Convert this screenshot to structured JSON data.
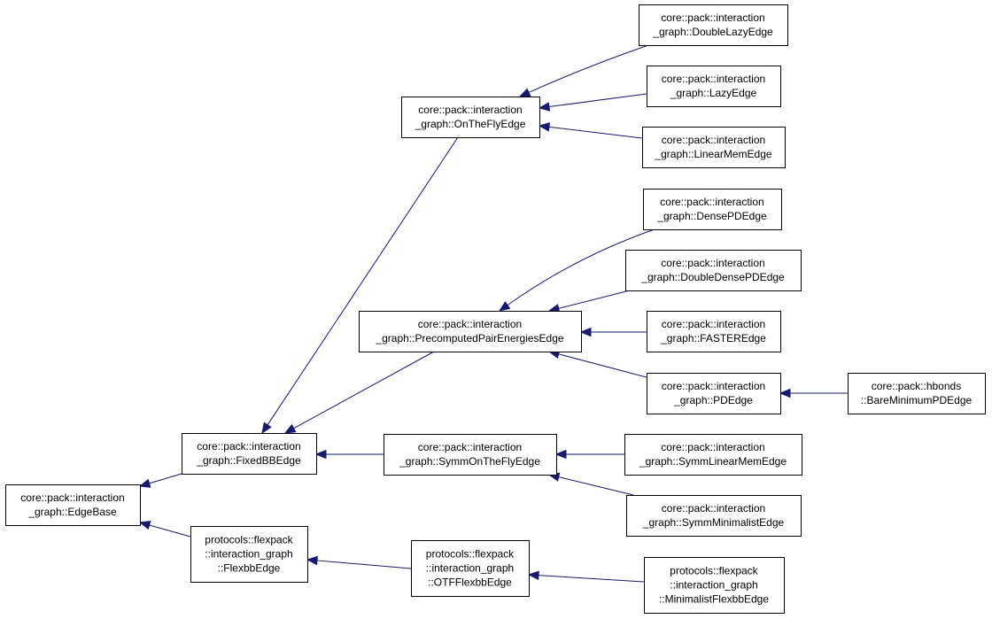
{
  "diagram": {
    "nodes": [
      {
        "id": "edge-base",
        "lines": [
          "core::pack::interaction",
          "_graph::EdgeBase"
        ]
      },
      {
        "id": "fixed-bb-edge",
        "lines": [
          "core::pack::interaction",
          "_graph::FixedBBEdge"
        ]
      },
      {
        "id": "flexbb-edge",
        "lines": [
          "protocols::flexpack",
          "::interaction_graph",
          "::FlexbbEdge"
        ]
      },
      {
        "id": "on-the-fly-edge",
        "lines": [
          "core::pack::interaction",
          "_graph::OnTheFlyEdge"
        ]
      },
      {
        "id": "precomputed-pair-energies-edge",
        "lines": [
          "core::pack::interaction",
          "_graph::PrecomputedPairEnergiesEdge"
        ]
      },
      {
        "id": "symm-on-the-fly-edge",
        "lines": [
          "core::pack::interaction",
          "_graph::SymmOnTheFlyEdge"
        ]
      },
      {
        "id": "otf-flexbb-edge",
        "lines": [
          "protocols::flexpack",
          "::interaction_graph",
          "::OTFFlexbbEdge"
        ]
      },
      {
        "id": "double-lazy-edge",
        "lines": [
          "core::pack::interaction",
          "_graph::DoubleLazyEdge"
        ]
      },
      {
        "id": "lazy-edge",
        "lines": [
          "core::pack::interaction",
          "_graph::LazyEdge"
        ]
      },
      {
        "id": "linear-mem-edge",
        "lines": [
          "core::pack::interaction",
          "_graph::LinearMemEdge"
        ]
      },
      {
        "id": "dense-pd-edge",
        "lines": [
          "core::pack::interaction",
          "_graph::DensePDEdge"
        ]
      },
      {
        "id": "double-dense-pd-edge",
        "lines": [
          "core::pack::interaction",
          "_graph::DoubleDensePDEdge"
        ]
      },
      {
        "id": "faster-edge",
        "lines": [
          "core::pack::interaction",
          "_graph::FASTEREdge"
        ]
      },
      {
        "id": "pd-edge",
        "lines": [
          "core::pack::interaction",
          "_graph::PDEdge"
        ]
      },
      {
        "id": "symm-linear-mem-edge",
        "lines": [
          "core::pack::interaction",
          "_graph::SymmLinearMemEdge"
        ]
      },
      {
        "id": "symm-minimalist-edge",
        "lines": [
          "core::pack::interaction",
          "_graph::SymmMinimalistEdge"
        ]
      },
      {
        "id": "minimalist-flexbb-edge",
        "lines": [
          "protocols::flexpack",
          "::interaction_graph",
          "::MinimalistFlexbbEdge"
        ]
      },
      {
        "id": "bare-minimum-pd-edge",
        "lines": [
          "core::pack::hbonds",
          "::BareMinimumPDEdge"
        ]
      }
    ],
    "edges": [
      {
        "from": "fixed-bb-edge",
        "to": "edge-base"
      },
      {
        "from": "flexbb-edge",
        "to": "edge-base"
      },
      {
        "from": "on-the-fly-edge",
        "to": "fixed-bb-edge"
      },
      {
        "from": "precomputed-pair-energies-edge",
        "to": "fixed-bb-edge"
      },
      {
        "from": "symm-on-the-fly-edge",
        "to": "fixed-bb-edge"
      },
      {
        "from": "otf-flexbb-edge",
        "to": "flexbb-edge"
      },
      {
        "from": "double-lazy-edge",
        "to": "on-the-fly-edge"
      },
      {
        "from": "lazy-edge",
        "to": "on-the-fly-edge"
      },
      {
        "from": "linear-mem-edge",
        "to": "on-the-fly-edge"
      },
      {
        "from": "dense-pd-edge",
        "to": "precomputed-pair-energies-edge"
      },
      {
        "from": "double-dense-pd-edge",
        "to": "precomputed-pair-energies-edge"
      },
      {
        "from": "faster-edge",
        "to": "precomputed-pair-energies-edge"
      },
      {
        "from": "pd-edge",
        "to": "precomputed-pair-energies-edge"
      },
      {
        "from": "symm-linear-mem-edge",
        "to": "symm-on-the-fly-edge"
      },
      {
        "from": "symm-minimalist-edge",
        "to": "symm-on-the-fly-edge"
      },
      {
        "from": "minimalist-flexbb-edge",
        "to": "otf-flexbb-edge"
      },
      {
        "from": "bare-minimum-pd-edge",
        "to": "pd-edge"
      }
    ]
  }
}
